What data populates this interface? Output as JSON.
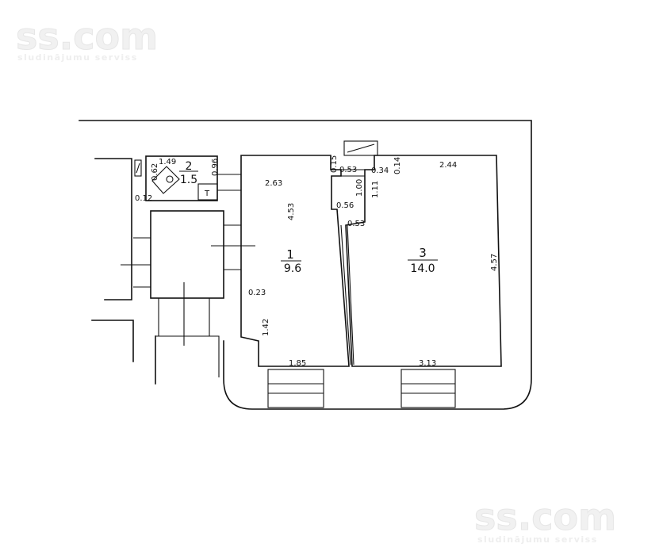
{
  "watermark": {
    "logo": "ss.com",
    "tagline": "sludinājumu serviss"
  },
  "rooms": [
    {
      "number": "1",
      "area": "9.6"
    },
    {
      "number": "2",
      "area": "1.5"
    },
    {
      "number": "3",
      "area": "14.0"
    }
  ],
  "dimensions": {
    "d_149": "1.49",
    "d_062": "0.62",
    "d_096": "0.96",
    "d_012": "0.12",
    "d_263": "2.63",
    "d_453": "4.53",
    "d_015": "0.15",
    "d_053a": "0.53",
    "d_034": "0.34",
    "d_014": "0.14",
    "d_244": "2.44",
    "d_100": "1.00",
    "d_111": "1.11",
    "d_056": "0.56",
    "d_053b": "0.53",
    "d_457": "4.57",
    "d_023": "0.23",
    "d_142": "1.42",
    "d_185": "1.85",
    "d_313": "3.13"
  },
  "toilet_symbol": "T"
}
